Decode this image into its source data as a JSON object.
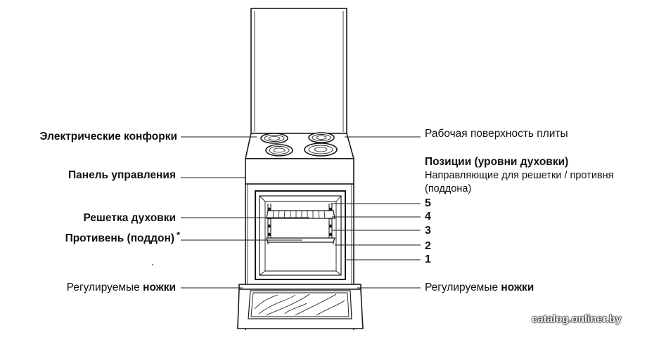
{
  "labels_left": {
    "burners": "Электрические конфорки",
    "control_panel": "Панель управления",
    "oven_rack": "Решетка духовки",
    "tray": "Противень (поддон)",
    "tray_asterisk": "*",
    "feet_prefix": "Регулируемые ",
    "feet_bold": "ножки"
  },
  "labels_right": {
    "hob_surface": "Рабочая поверхность плиты",
    "positions_title": "Позиции (уровни духовки)",
    "guides_line1": "Направляющие  для решетки / противня",
    "guides_line2": "(поддона)",
    "feet_prefix": "Регулируемые ",
    "feet_bold": "ножки"
  },
  "positions": [
    "5",
    "4",
    "3",
    "2",
    "1"
  ],
  "watermark": "catalog.onliner.by"
}
